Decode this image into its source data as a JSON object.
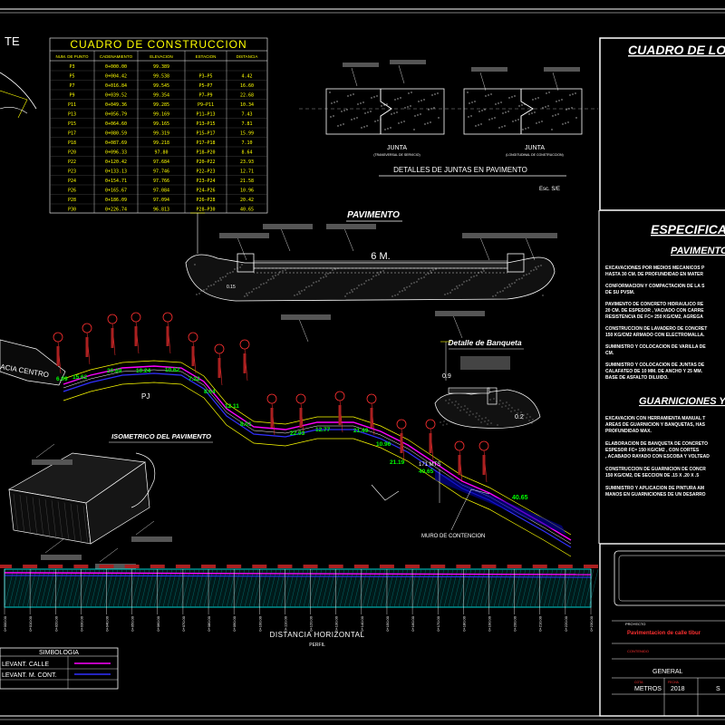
{
  "header": {
    "corner_label": "TE"
  },
  "construction_table": {
    "title": "CUADRO DE CONSTRUCCION",
    "columns": [
      "NUM. DE PUNTO",
      "CADENAMIENTO",
      "ELEVACION",
      "ESTACION",
      "DISTANCIA"
    ],
    "rows": [
      [
        "P3",
        "0+000.00",
        "99.389",
        "",
        ""
      ],
      [
        "P5",
        "0+004.42",
        "99.538",
        "P3—P5",
        "4.42"
      ],
      [
        "P7",
        "0+016.84",
        "99.545",
        "P5—P7",
        "16.60"
      ],
      [
        "P9",
        "0+039.52",
        "99.354",
        "P7—P9",
        "22.68"
      ],
      [
        "P11",
        "0+049.36",
        "99.285",
        "P9—P11",
        "10.34"
      ],
      [
        "P13",
        "0+056.79",
        "99.169",
        "P11—P13",
        "7.43"
      ],
      [
        "P15",
        "0+064.60",
        "99.165",
        "P13—P15",
        "7.81"
      ],
      [
        "P17",
        "0+080.59",
        "99.319",
        "P15—P17",
        "15.99"
      ],
      [
        "P18",
        "0+087.69",
        "99.218",
        "P17—P18",
        "7.10"
      ],
      [
        "P20",
        "0+096.33",
        "97.80",
        "P18—P20",
        "8.64"
      ],
      [
        "P22",
        "0+120.42",
        "97.684",
        "P20—P22",
        "23.93"
      ],
      [
        "P23",
        "0+133.13",
        "97.746",
        "P22—P23",
        "12.71"
      ],
      [
        "P24",
        "0+154.71",
        "97.766",
        "P23—P24",
        "21.58"
      ],
      [
        "P26",
        "0+165.67",
        "97.084",
        "P24—P26",
        "10.96"
      ],
      [
        "P28",
        "0+186.09",
        "97.094",
        "P26—P28",
        "20.42"
      ],
      [
        "P30",
        "0+226.74",
        "96.813",
        "P28—P30",
        "40.65"
      ]
    ]
  },
  "joints": {
    "title": "DETALLES DE JUNTAS EN PAVIMENTO",
    "left_label": "JUNTA",
    "left_sub": "(TRANSVERSAL DE SERVICIO)",
    "right_label": "JUNTA",
    "right_sub": "(LONGITUDINAL DE CONSTRUCCION)",
    "scale": "Esc. S/E"
  },
  "location": {
    "title": "CUADRO DE LOCA"
  },
  "pavement": {
    "title": "PAVIMENTO",
    "width": "6 M.",
    "thickness": "0.15"
  },
  "sidewalk": {
    "title": "Detalle de Banqueta",
    "dim1": "0.9",
    "dim2": "0.2"
  },
  "isometric": {
    "title": "ISOMETRICO DEL PAVIMENTO"
  },
  "plan": {
    "street_label": "ACIA CENTRO",
    "pj_label": "PJ",
    "segments": [
      "6.99",
      "15.62",
      "20.69",
      "10.24",
      "10.62",
      "7.32",
      "8.64",
      "12.11",
      "8.01",
      "22.93",
      "12.77",
      "21.49",
      "10.96",
      "21.19",
      "40.65"
    ],
    "length_label": "171 MTS",
    "wall_label": "MURO DE CONTENCION"
  },
  "profile": {
    "x_label": "DISTANCIA HORIZONTAL",
    "sub_label": "PERFIL",
    "ticks": [
      "0+000.00",
      "0+010.00",
      "0+020.00",
      "0+030.00",
      "0+040.00",
      "0+050.00",
      "0+060.00",
      "0+070.00",
      "0+080.00",
      "0+090.00",
      "0+100.00",
      "0+110.00",
      "0+120.00",
      "0+130.00",
      "0+140.00",
      "0+150.00",
      "0+160.00",
      "0+170.00",
      "0+180.00",
      "0+190.00",
      "0+200.00",
      "0+210.00",
      "0+220.00",
      "0+230.00"
    ]
  },
  "legend": {
    "title": "SIMBOLOGIA",
    "items": [
      {
        "label": "LEVANT. CALLE",
        "color": "#ff00ff"
      },
      {
        "label": "LEVANT. M. CONT.",
        "color": "#3030ff"
      }
    ]
  },
  "specs": {
    "title": "ESPECIFICAC",
    "section1": "PAVIMENTO",
    "paragraphs1": [
      "EXCAVACIONES POR MEDIOS MECANICOS P",
      "HASTA 30 CM. DE PROFUNDIDAD EN MATER",
      "CONFORMACION Y COMPACTACION DE LA S",
      "DE SU PVSM.",
      "PAVIMENTO DE CONCRETO HIDRAULICO RE",
      "20 CM. DE ESPESOR , VACIADO CON CARRE",
      "RESISTENCIA DE FC= 250 KG/CM2, AGREGA",
      "CONSTRUCCION DE LAVADERO DE CONCRET",
      "150 KG/CM2 ARMADO CON ELECTROMALLA.",
      "SUMINISTRO Y COLOCACION DE VARILLA DE",
      "CM.",
      "SUMINISTRO Y COLOCACION DE JUNTAS DE",
      "CALAFATEO DE 10 MM. DE ANCHO Y 25 MM.",
      "BASE DE ASFALTO DILUIDO."
    ],
    "section2": "GUARNICIONES Y BA",
    "paragraphs2": [
      "EXCAVACION CON HERRAMIENTA MANUAL T",
      "AREAS DE GUARNICION Y BANQUETAS, HAS",
      "PROFUNDIDAD MAX.",
      "ELABORACION DE BANQUETA DE CONCRETO",
      "ESPESOR FC= 150 KG/CM2 , CON CORTES",
      ", ACABADO RAYADO CON ESCOBA Y VOLTEAD",
      "CONSTRUCCION DE GUARNICION DE CONCR",
      "150 KG/CM2, DE SECCION DE .15 X .20 X .5",
      "SUMINISTRO Y APLICACION DE PINTURA AM",
      "MANOS EN GUARNICIONES DE UN DESARRO"
    ]
  },
  "title_block": {
    "project_label": "PROYECTO",
    "project_value": "Pavimentacion de calle tibur",
    "drawing_label": "CONTENIDO",
    "scope": "GENERAL",
    "unit_label": "COTA",
    "unit": "METROS",
    "year_label": "FECHA",
    "year": "2018",
    "extra": "S"
  },
  "colors": {
    "yellow": "#ffff00",
    "cyan": "#00ffff",
    "red": "#ff3030",
    "green": "#00ff00",
    "magenta": "#ff00ff",
    "blue": "#3030ff"
  }
}
